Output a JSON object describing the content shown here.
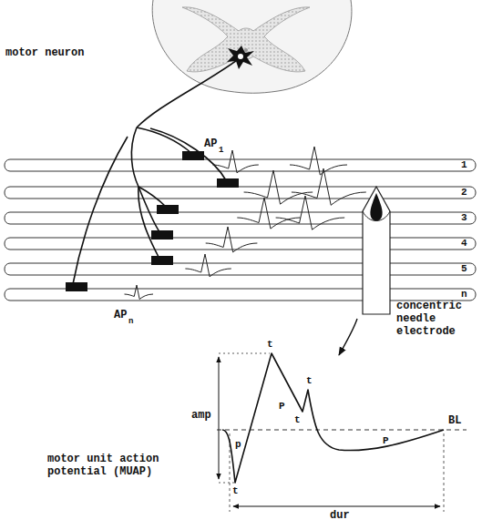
{
  "diagram": {
    "labels": [
      "motor neuron",
      "AP",
      "1",
      "1",
      "2",
      "3",
      "4",
      "5",
      "AP",
      "n",
      "n",
      "concentric needle electrode",
      "amp",
      "t",
      "t",
      "t",
      "t",
      "p",
      "P",
      "P",
      "BL",
      "dur",
      "motor unit action potential (MUAP)"
    ]
  }
}
